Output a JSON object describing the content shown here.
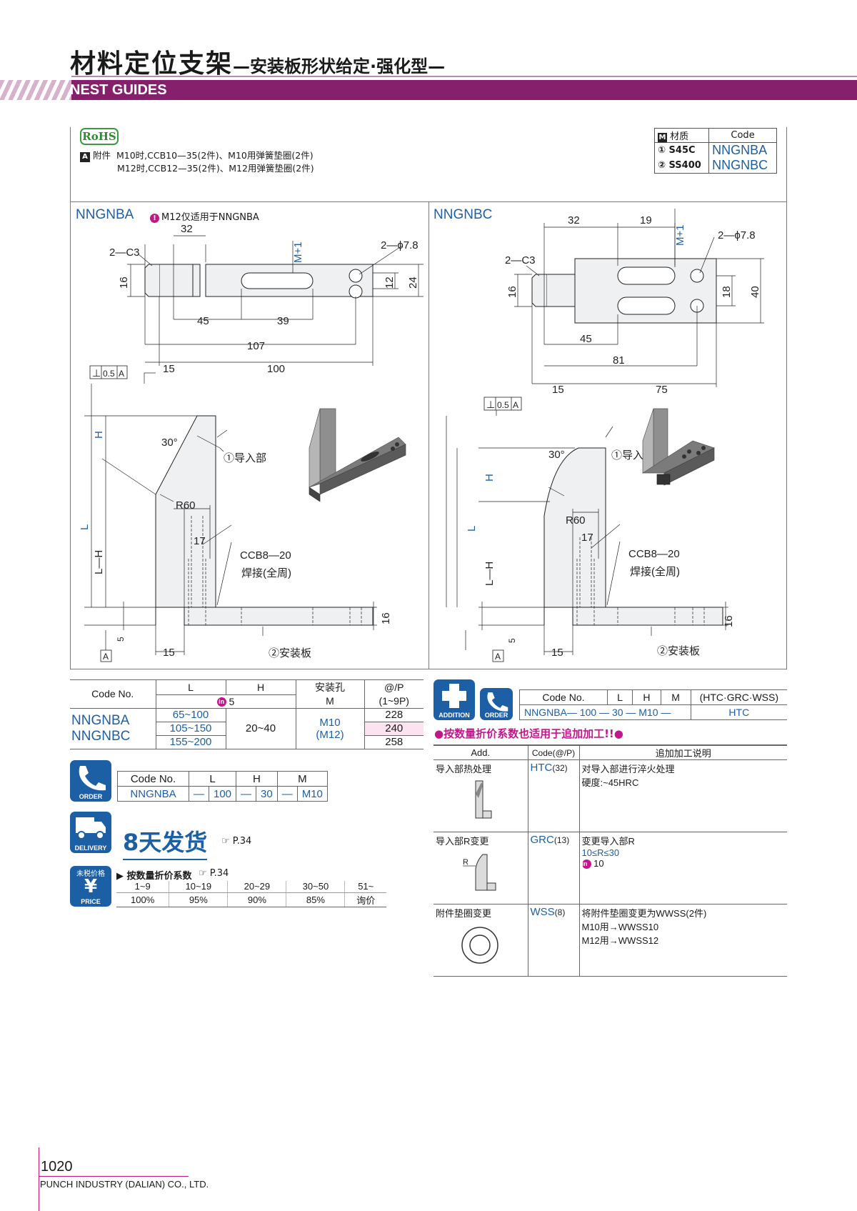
{
  "header": {
    "title": "材料定位支架",
    "subtitle": "—安装板形状给定·强化型—",
    "band_label": "NEST GUIDES",
    "accent": "#86206d"
  },
  "rohs": "RoHS",
  "accessories": {
    "badge": "A",
    "label": "附件",
    "line1": "M10时,CCB10—35(2件)、M10用弹簧垫圈(2件)",
    "line2": "M12时,CCB12—35(2件)、M12用弹簧垫圈(2件)"
  },
  "material_table": {
    "badge": "M",
    "h_material": "材质",
    "h_code": "Code",
    "rows": [
      {
        "material": "① S45C",
        "code": "NNGNBA"
      },
      {
        "material": "② SS400",
        "code": "NNGNBC"
      }
    ]
  },
  "drawing_left": {
    "title": "NNGNBA",
    "note_icon": "!",
    "note": "M12仅适用于NNGNBA",
    "dims": {
      "d32": "32",
      "mplus": "M+1",
      "hole": "2—ϕ7.8",
      "chamfer": "2—C3",
      "d16": "16",
      "d12": "12",
      "d24": "24",
      "d45": "45",
      "d39": "39",
      "d107": "107",
      "d15": "15",
      "d100": "100",
      "tol": "⊥",
      "tol_val": "0.5",
      "datum": "A",
      "angle": "30°",
      "guide": "①导入部",
      "H": "H",
      "L": "L",
      "LH": "L—H",
      "R60": "R60",
      "d17": "17",
      "ccb": "CCB8—20",
      "weld": "焊接(全周)",
      "plate": "②安装板",
      "d5": "5"
    }
  },
  "drawing_right": {
    "title": "NNGNBC",
    "dims": {
      "d32": "32",
      "d19": "19",
      "mplus": "M+1",
      "hole": "2—ϕ7.8",
      "chamfer": "2—C3",
      "d16": "16",
      "d18": "18",
      "d40": "40",
      "d45": "45",
      "d81": "81",
      "d15": "15",
      "d75": "75",
      "tol": "⊥",
      "tol_val": "0.5",
      "datum": "A",
      "angle": "30°",
      "guide": "①导入部",
      "H": "H",
      "L": "L",
      "LH": "L—H",
      "R60": "R60",
      "d17": "17",
      "ccb": "CCB8—20",
      "weld": "焊接(全周)",
      "plate": "②安装板",
      "d5": "5"
    }
  },
  "spec_table": {
    "h_code": "Code No.",
    "h_L": "L",
    "h_H": "H",
    "h_in": "in",
    "h_in_val": "5",
    "h_hole": "安装孔",
    "h_M": "M",
    "h_price": "@/P",
    "h_price_range": "(1~9P)",
    "codes": [
      "NNGNBA",
      "NNGNBC"
    ],
    "L_ranges": [
      "65~100",
      "105~150",
      "155~200"
    ],
    "H_range": "20~40",
    "M_values": "M10",
    "M_values2": "(M12)",
    "prices": [
      "228",
      "240",
      "258"
    ]
  },
  "order": {
    "icon_label": "ORDER",
    "headers": [
      "Code No.",
      "L",
      "H",
      "M"
    ],
    "values": [
      "NNGNBA",
      "—",
      "100",
      "—",
      "30",
      "—",
      "M10"
    ]
  },
  "delivery": {
    "icon_label": "DELIVERY",
    "text": "8天发货",
    "ref": "☞ P.34"
  },
  "price": {
    "icon_top": "未税价格",
    "icon_label": "PRICE",
    "heading": "▶ 按数量折价系数",
    "ref": "☞ P.34",
    "qty": [
      "1~9",
      "10~19",
      "20~29",
      "30~50",
      "51~"
    ],
    "rate": [
      "100%",
      "95%",
      "90%",
      "85%",
      "询价"
    ]
  },
  "addition_order": {
    "icon_label1": "ADDITION",
    "icon_label2": "ORDER",
    "headers": [
      "Code No.",
      "L",
      "H",
      "M",
      "(HTC·GRC·WSS)"
    ],
    "values": [
      "NNGNBA—",
      "100",
      "—",
      "30",
      "—",
      "M10",
      "—",
      "HTC"
    ]
  },
  "addition": {
    "note": "●按数量折价系数也适用于追加加工!!●",
    "h_add": "Add.",
    "h_code": "Code(@/P)",
    "h_desc": "追加加工说明",
    "rows": [
      {
        "name": "导入部热处理",
        "code": "HTC",
        "price": "(32)",
        "desc1": "对导入部进行淬火处理",
        "desc2": "硬度:~45HRC",
        "desc3": ""
      },
      {
        "name": "导入部R变更",
        "code": "GRC",
        "price": "(13)",
        "desc1": "变更导入部R",
        "desc2": "10≤R≤30",
        "desc3": "10",
        "r_label": "R"
      },
      {
        "name": "附件垫圈变更",
        "code": "WSS",
        "price": "(8)",
        "desc1": "将附件垫圈变更为WWSS(2件)",
        "desc2": "M10用→WWSS10",
        "desc3": "M12用→WWSS12"
      }
    ]
  },
  "footer": {
    "page": "1020",
    "company": "PUNCH INDUSTRY (DALIAN) CO., LTD."
  }
}
